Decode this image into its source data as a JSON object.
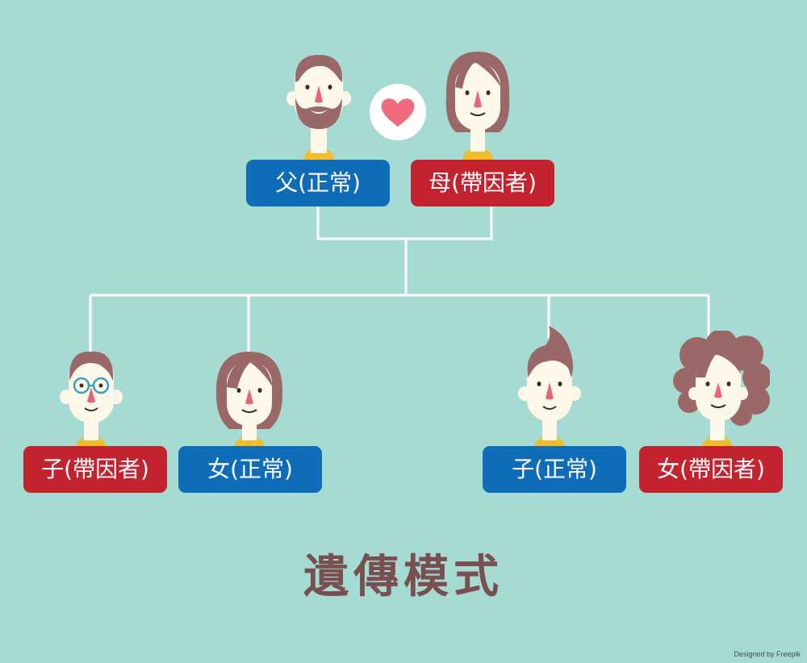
{
  "colors": {
    "background": "#a6dbd4",
    "normal": "#0f6cb9",
    "carrier": "#c3232f",
    "line": "#ffffff",
    "hair": "#9b6868",
    "skin": "#fdf7e8",
    "shirt": "#f0bd2b",
    "nose": "#e9637a",
    "heart": "#ef6a7b",
    "title": "#7a4f50"
  },
  "father": {
    "label": "父(正常)",
    "icon": "bearded-man-icon"
  },
  "mother": {
    "label": "母(帶因者)",
    "icon": "woman-icon"
  },
  "love_icon": "heart-icon",
  "children": [
    {
      "label": "子(帶因者)",
      "icon": "man-with-glasses-icon"
    },
    {
      "label": "女(正常)",
      "icon": "short-hair-woman-icon"
    },
    {
      "label": "子(正常)",
      "icon": "quiff-man-icon"
    },
    {
      "label": "女(帶因者)",
      "icon": "curly-hair-woman-icon"
    }
  ],
  "title": "遺傳模式",
  "credit": "Designed by Freepik"
}
